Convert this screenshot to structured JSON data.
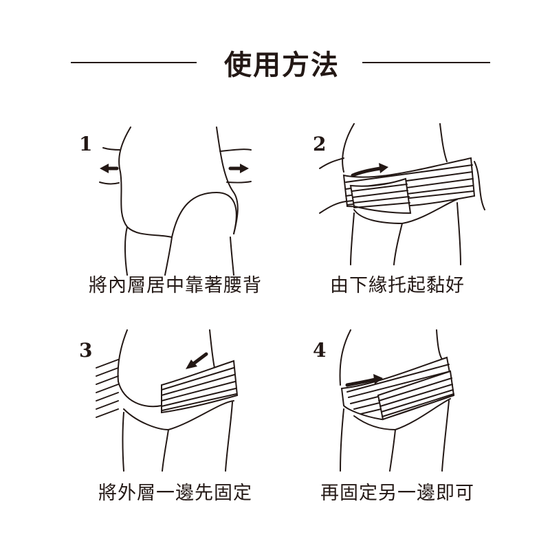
{
  "title": "使用方法",
  "steps": [
    {
      "number": "1",
      "caption": "將內層居中靠著腰背"
    },
    {
      "number": "2",
      "caption": "由下緣托起黏好"
    },
    {
      "number": "3",
      "caption": "將外層一邊先固定"
    },
    {
      "number": "4",
      "caption": "再固定另一邊即可"
    }
  ]
}
